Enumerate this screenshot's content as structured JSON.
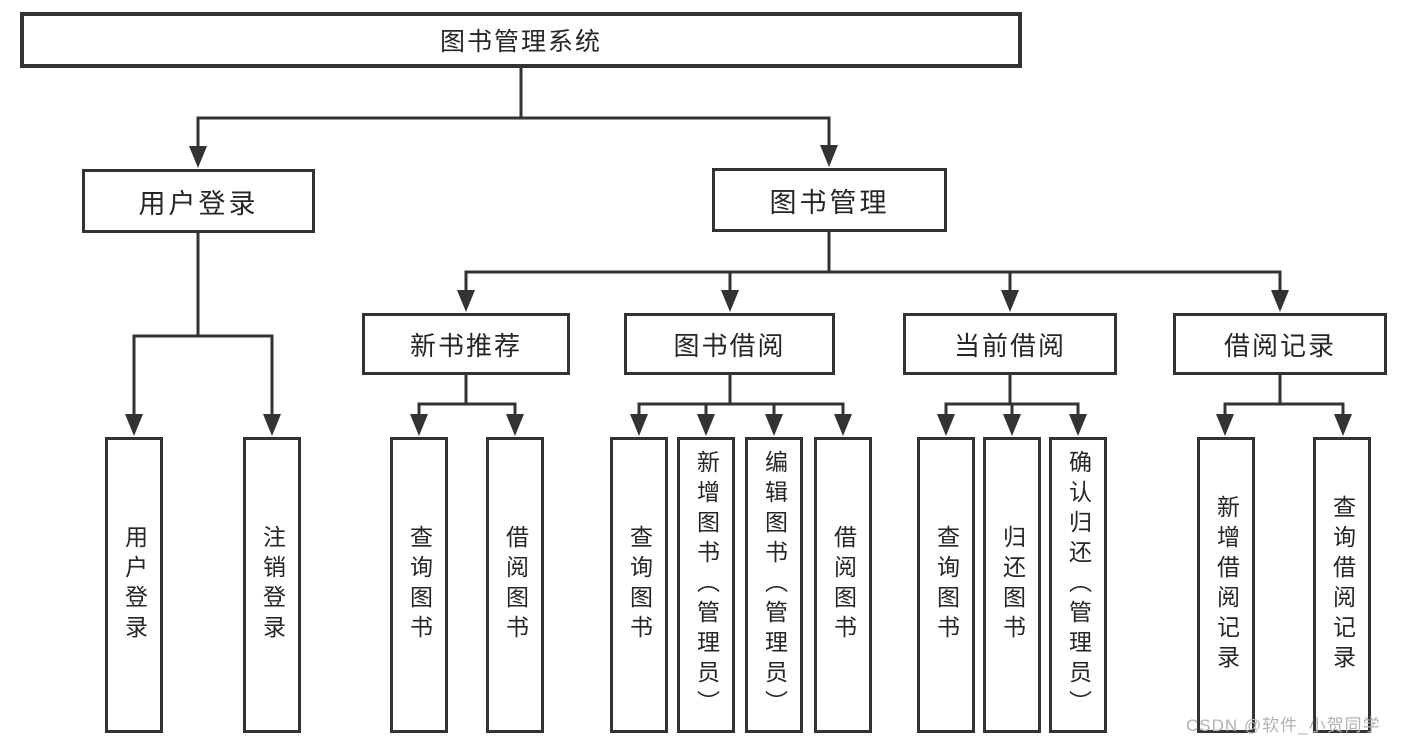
{
  "diagram_title": "图书管理系统",
  "tree": {
    "root": "图书管理系统",
    "children": [
      {
        "label": "用户登录",
        "children": [
          {
            "label": "用户登录"
          },
          {
            "label": "注销登录"
          }
        ]
      },
      {
        "label": "图书管理",
        "children": [
          {
            "label": "新书推荐",
            "children": [
              {
                "label": "查询图书"
              },
              {
                "label": "借阅图书"
              }
            ]
          },
          {
            "label": "图书借阅",
            "children": [
              {
                "label": "查询图书"
              },
              {
                "label": "新增图书（管理员）"
              },
              {
                "label": "编辑图书（管理员）"
              },
              {
                "label": "借阅图书"
              }
            ]
          },
          {
            "label": "当前借阅",
            "children": [
              {
                "label": "查询图书"
              },
              {
                "label": "归还图书"
              },
              {
                "label": "确认归还（管理员）"
              }
            ]
          },
          {
            "label": "借阅记录",
            "children": [
              {
                "label": "新增借阅记录"
              },
              {
                "label": "查询借阅记录"
              }
            ]
          }
        ]
      }
    ]
  },
  "watermark": {
    "text": "CSDN @软件_小贺同学"
  },
  "colors": {
    "line": "#333333",
    "box_border": "#333333",
    "box_fill": "#ffffff",
    "text": "#262626",
    "watermark": "#b2b2b2",
    "background": "#ffffff"
  }
}
